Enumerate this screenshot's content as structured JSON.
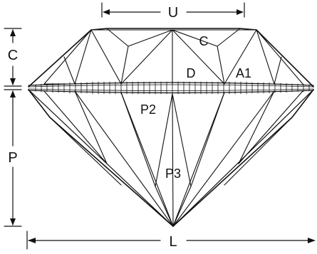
{
  "labels": {
    "top_width": "U",
    "crown_height": "C",
    "pavilion_depth": "P",
    "girdle_diameter": "L",
    "crown_facet": "C",
    "table_facet": "D",
    "upper_girdle_facet": "A1",
    "pavilion_facet_upper": "P2",
    "pavilion_facet_lower": "P3"
  },
  "colors": {
    "line": "#111111",
    "background": "#ffffff"
  }
}
